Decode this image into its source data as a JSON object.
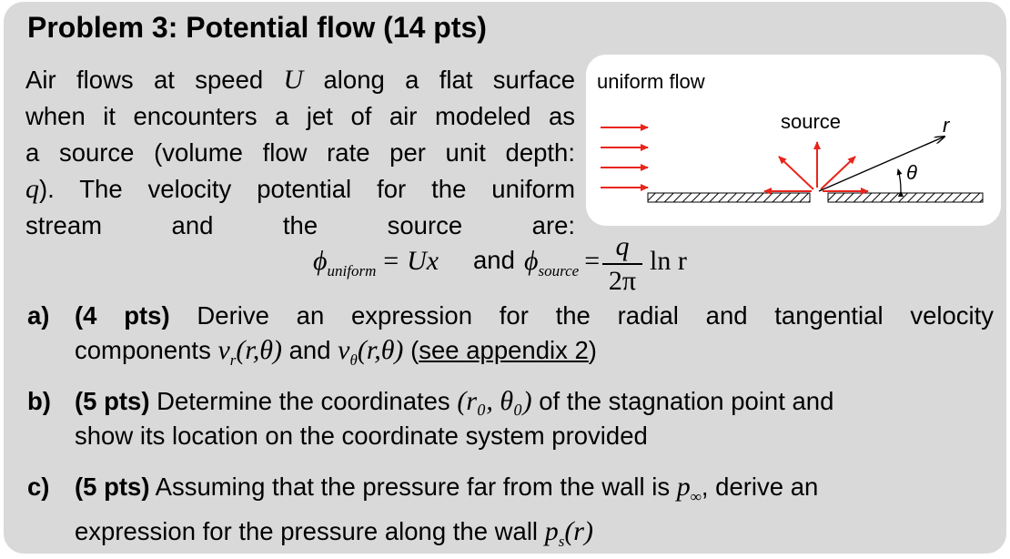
{
  "problem": {
    "title": "Problem 3: Potential flow (14 pts)",
    "intro_lines": [
      [
        "Air flows at speed ",
        "U",
        " along a flat surface"
      ],
      "when it encounters a jet of air modeled as",
      "a source (volume flow rate per unit depth:",
      [
        "q",
        "). The velocity potential for the uniform"
      ],
      [
        "stream",
        "and",
        "the",
        "source",
        "are:"
      ]
    ],
    "formula": {
      "phi": "ϕ",
      "uniform_sub": "uniform",
      "uniform_rhs": "= Ux",
      "and": "and",
      "source_sub": "source",
      "eq": "=",
      "num": "q",
      "den": "2π",
      "tail": "ln r"
    }
  },
  "figure": {
    "uniform_label": "uniform flow",
    "source_label": "source",
    "r_label": "r",
    "theta_label": "θ",
    "arrow_color": "#e8251b",
    "hatch_color": "#000000"
  },
  "parts": {
    "a": {
      "label": "a)",
      "pts": "(4 pts)",
      "line1": "Derive an expression for the radial and tangential velocity",
      "line2_pre": "components ",
      "vr": "v",
      "vr_sub": "r",
      "vr_args": "(r,θ)",
      "and": " and ",
      "vt": "v",
      "vt_sub": "θ",
      "vt_args": "(r,θ)",
      "open": " (",
      "link": "see appendix 2",
      "close": ")"
    },
    "b": {
      "label": "b)",
      "pts": "(5 pts)",
      "line1_pre": " Determine the coordinates ",
      "coords": "(r₀, θ₀)",
      "line1_post": " of the stagnation point and",
      "line2": "show its location on the coordinate system provided"
    },
    "c": {
      "label": "c)",
      "pts": "(5 pts)",
      "line1_pre": " Assuming that the pressure far from the wall is ",
      "p": "p",
      "p_sub": "∞",
      "line1_post": ", derive an",
      "line2_pre": "expression for the pressure along the wall ",
      "ps": "p",
      "ps_sub": "s",
      "ps_args": "(r)"
    }
  }
}
